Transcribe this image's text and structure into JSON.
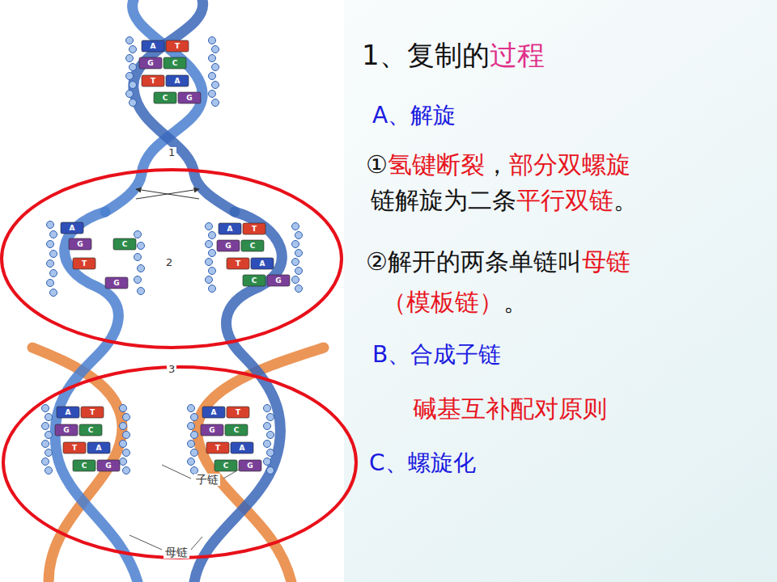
{
  "diagram": {
    "labels": [
      "1、复制的",
      "过程",
      "A、解旋",
      "①",
      "氢键断裂",
      "，",
      "部分双螺旋",
      "链解旋为二条",
      "平行双链",
      "。",
      "②解开的两条单链叫",
      "母链",
      "（模板链）",
      "。",
      "B、合成子链",
      "碱基互补配对原则",
      "C、螺旋化",
      "1",
      "2",
      "3",
      "子链",
      "母链",
      "A",
      "T",
      "G",
      "C",
      "T",
      "A",
      "C",
      "G",
      "A",
      "G",
      "C",
      "T",
      "G",
      "A",
      "T",
      "G",
      "C",
      "T",
      "A",
      "C",
      "G",
      "A",
      "T",
      "G",
      "C",
      "T",
      "A",
      "C",
      "G",
      "A",
      "T",
      "G",
      "C",
      "T",
      "A",
      "C",
      "G"
    ]
  }
}
